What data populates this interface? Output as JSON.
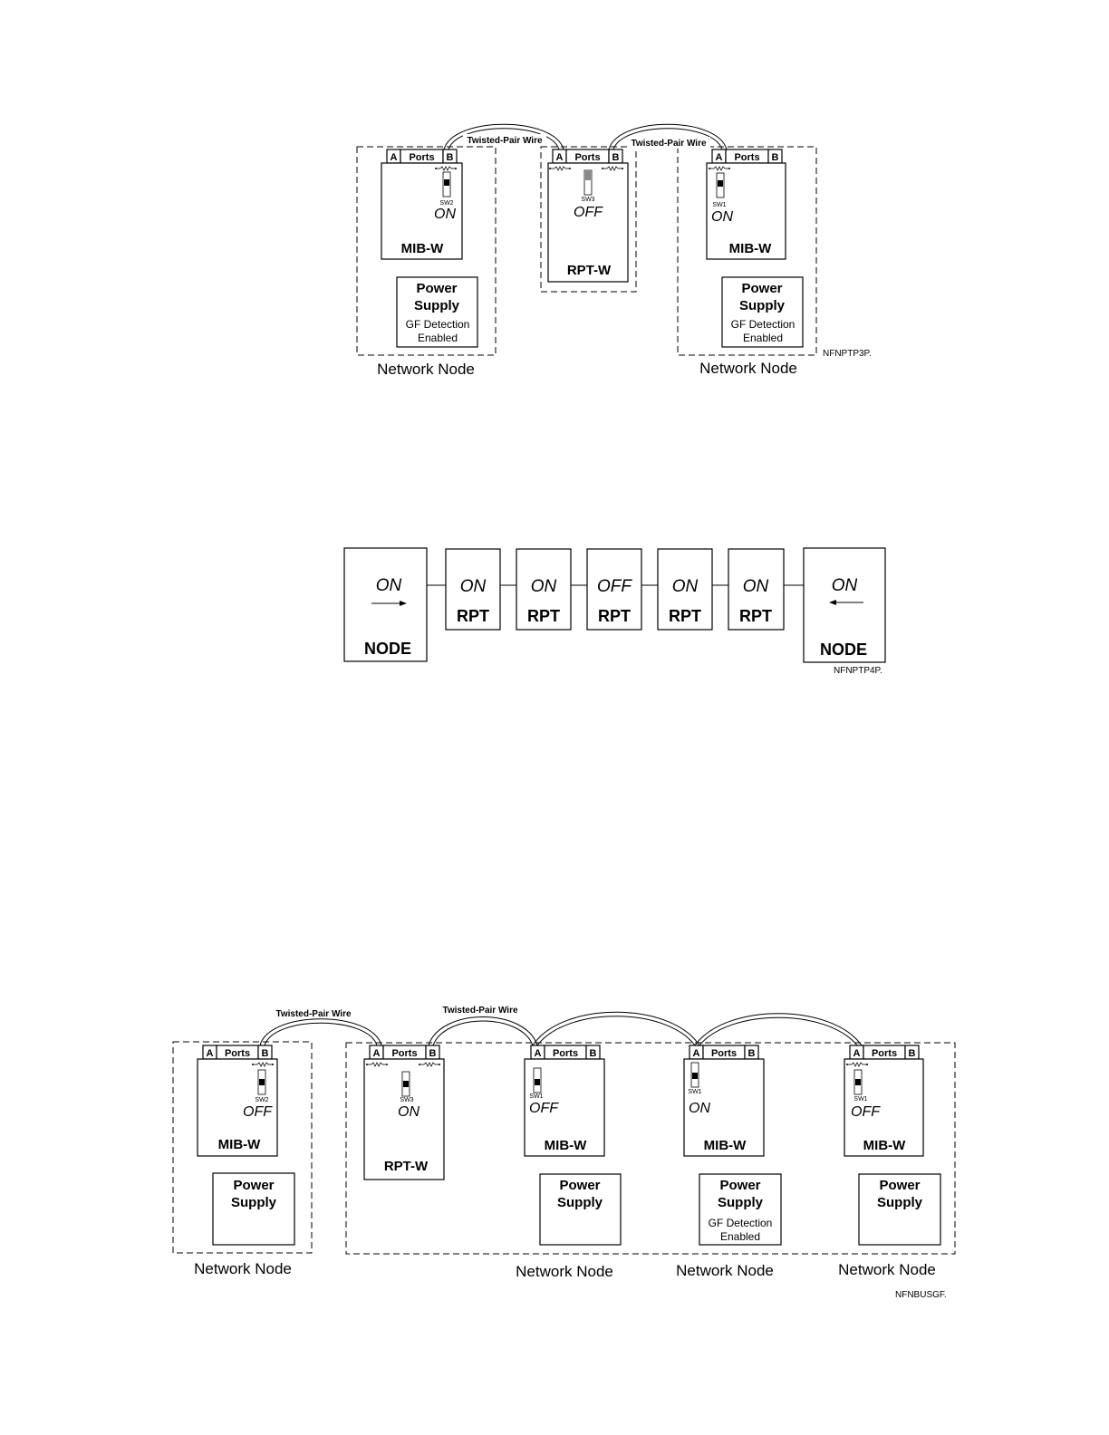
{
  "labels": {
    "ports": "Ports",
    "port_a": "A",
    "port_b": "B",
    "twisted_pair": "Twisted-Pair Wire",
    "mib": "MIB-W",
    "rpt_w": "RPT-W",
    "power": "Power",
    "supply": "Supply",
    "gf_detection": "GF Detection",
    "enabled": "Enabled",
    "network_node": "Network Node",
    "on": "ON",
    "off": "OFF",
    "rpt": "RPT",
    "node": "NODE",
    "sw1": "SW1",
    "sw2": "SW2",
    "sw3": "SW3"
  },
  "figure_ids": {
    "fig1": "NFNPTP3P.",
    "fig2": "NFNPTP4P.",
    "fig3": "NFNBUSGF."
  },
  "fig1": {
    "left": {
      "switch": "SW2",
      "state": "ON"
    },
    "rpt": {
      "switch": "SW3",
      "state": "OFF"
    },
    "right": {
      "switch": "SW1",
      "state": "ON"
    }
  },
  "fig2": {
    "chain": [
      "ON",
      "ON",
      "ON",
      "OFF",
      "ON",
      "ON",
      "ON"
    ]
  },
  "fig3": {
    "node1": {
      "switch": "SW2",
      "state": "OFF"
    },
    "rpt": {
      "switch": "SW3",
      "state": "ON"
    },
    "node2": {
      "switch": "SW1",
      "state": "OFF"
    },
    "node3": {
      "switch": "SW1",
      "state": "ON"
    },
    "node4": {
      "switch": "SW1",
      "state": "OFF"
    }
  }
}
